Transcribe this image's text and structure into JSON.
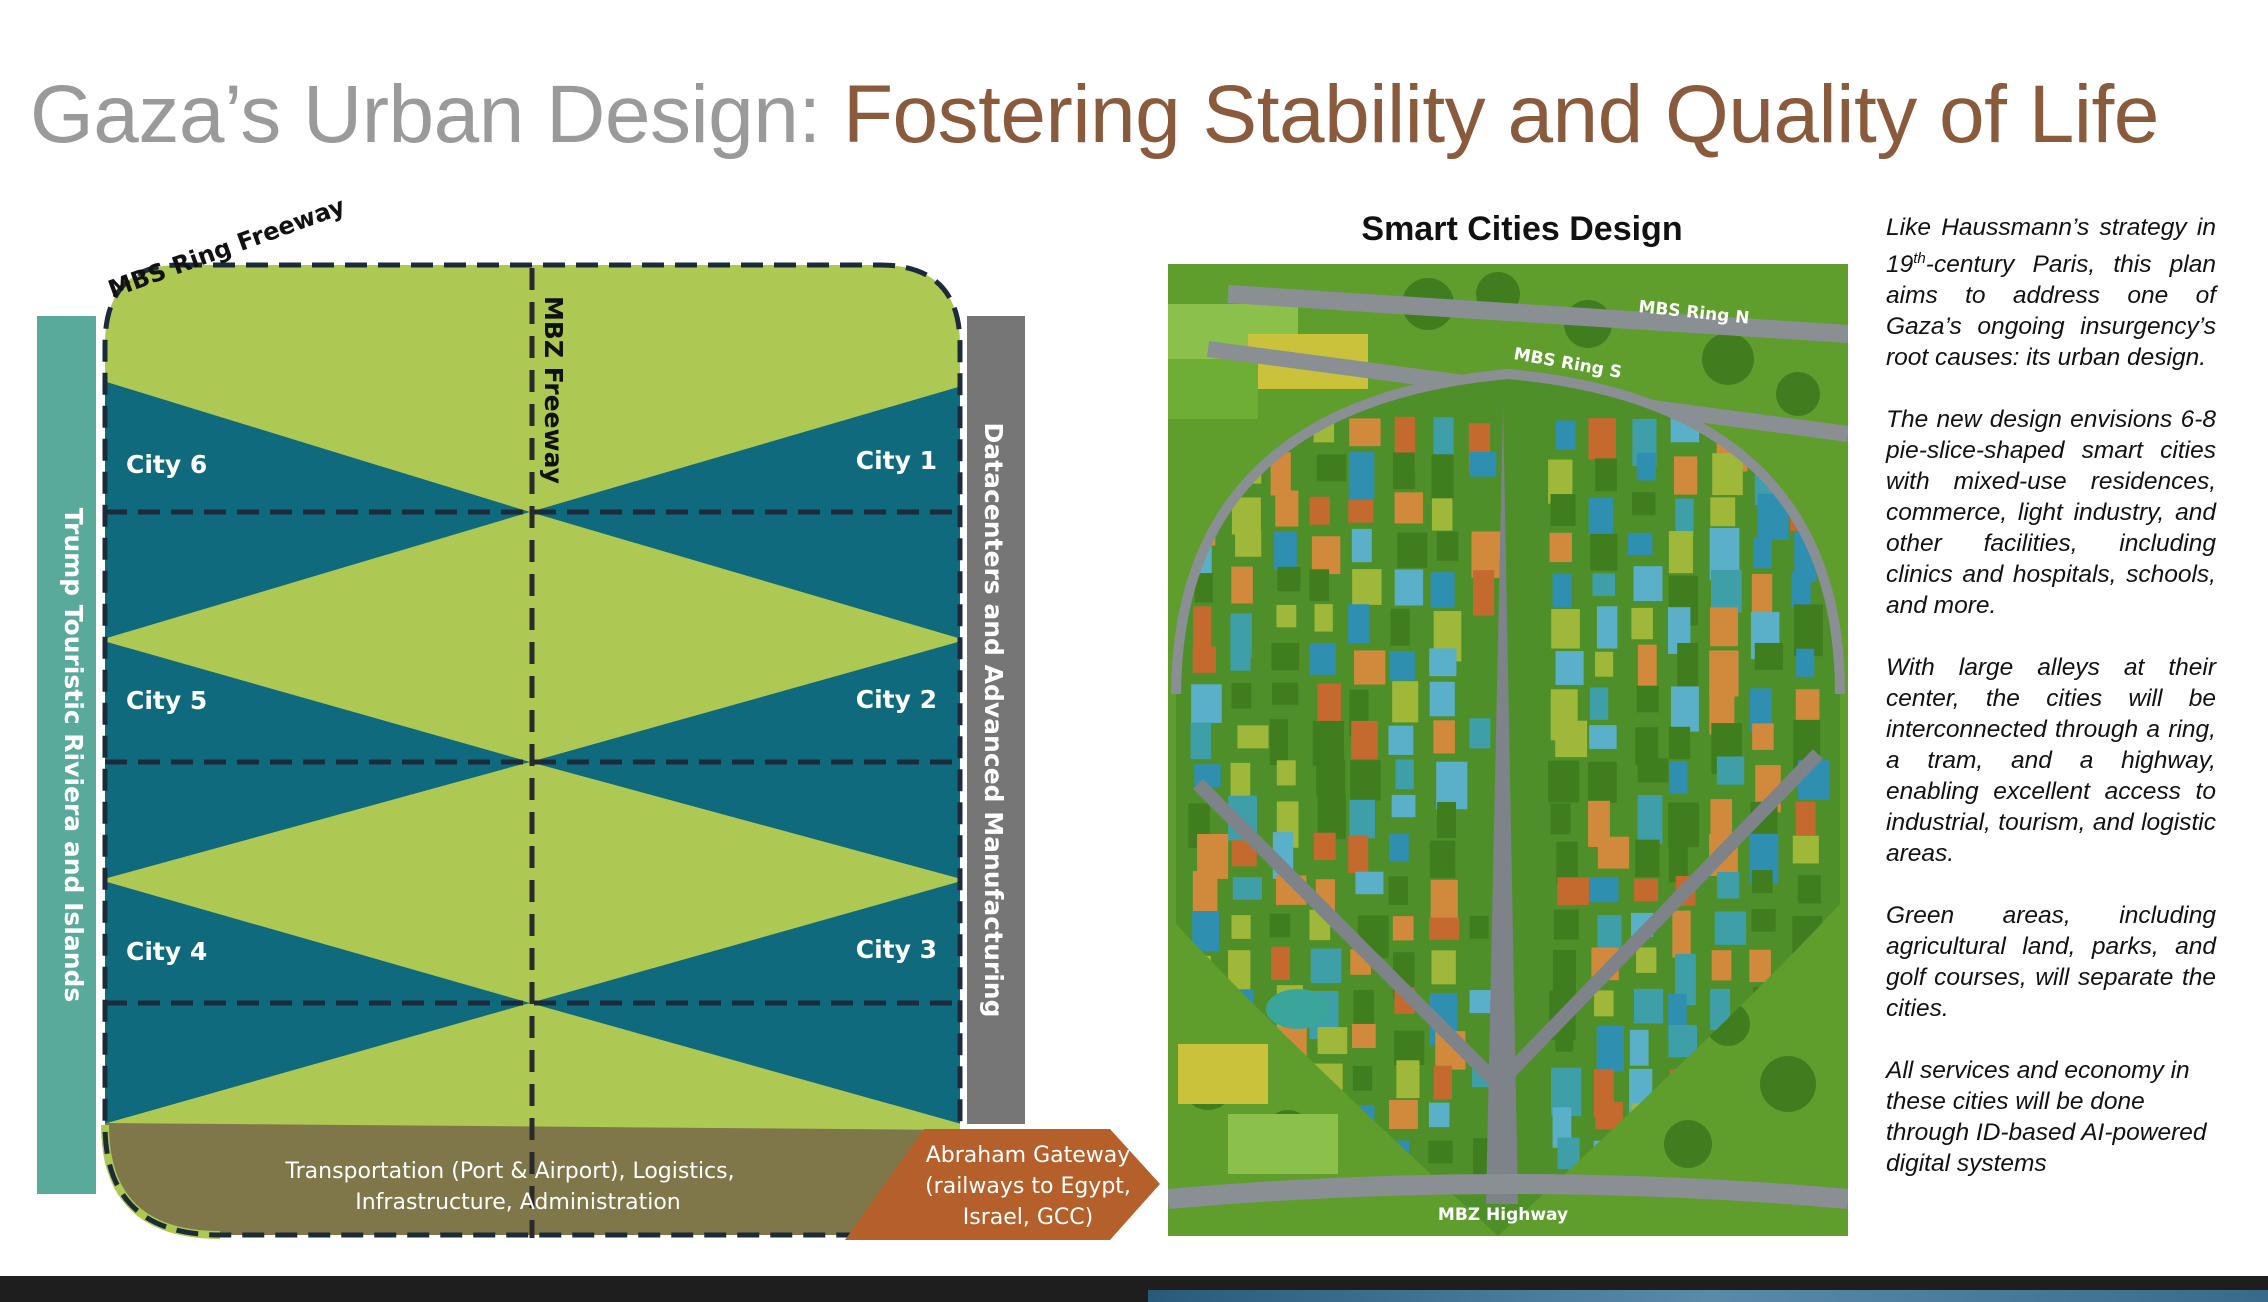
{
  "title": {
    "part1": "Gaza’s Urban Design: ",
    "part2": "Fostering Stability and Quality of Life"
  },
  "diagram": {
    "ring_label": "MBS Ring Freeway",
    "freeway_label": "MBZ Freeway",
    "left_bar_label": "Trump Touristic Riviera and Islands",
    "right_bar_label": "Datacenters and Advanced Manufacturing",
    "cities": {
      "city1": "City 1",
      "city2": "City 2",
      "city3": "City 3",
      "city4": "City 4",
      "city5": "City 5",
      "city6": "City 6"
    },
    "transport_line1": "Transportation (Port & Airport), Logistics,",
    "transport_line2": "Infrastructure, Administration",
    "gateway_line1": "Abraham Gateway",
    "gateway_line2": "(railways to Egypt,",
    "gateway_line3": "Israel, GCC)",
    "colors": {
      "teal": "#0f6a7d",
      "lime": "#adc853",
      "olive": "#7f7649",
      "orange": "#b5602a",
      "left_bar": "#5aaa9c",
      "right_bar": "#767676",
      "dash": "#1c2b3a"
    }
  },
  "smart_cities": {
    "title": "Smart Cities Design",
    "label_ring_n": "MBS Ring N",
    "label_ring_s": "MBS Ring S",
    "label_highway": "MBZ Highway"
  },
  "text_column": {
    "p1_before_sup": "Like Haussmann’s strategy in 19",
    "p1_sup": "th",
    "p1_after_sup": "-century Paris, this plan aims to address one of Gaza’s ongoing insurgency’s root causes: its urban design.",
    "p2": "The new design envisions 6-8 pie-slice-shaped smart cities with mixed-use residences, commerce, light industry, and other facilities, including clinics and hospitals, schools, and more.",
    "p3": "With large alleys at their center, the cities will be interconnected through a ring, a tram, and a highway, enabling excellent access to industrial, tourism, and logistic areas.",
    "p4": "Green areas, including agricultural land, parks, and golf courses, will separate the cities.",
    "p5": "All services and economy in these cities will be done through ID-based AI-powered digital systems"
  }
}
